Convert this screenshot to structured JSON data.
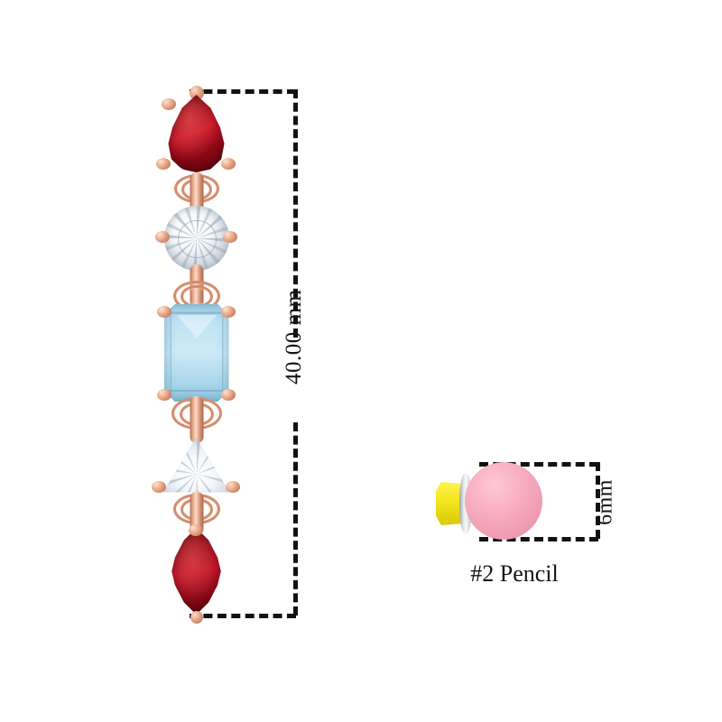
{
  "product": {
    "type": "gemstone-drop-earring",
    "metal": "rose-gold",
    "total_length_label": "40.00 mm",
    "gems": [
      {
        "name": "pear-garnet",
        "cut": "pear",
        "color": "#a50d1c"
      },
      {
        "name": "round-diamond",
        "cut": "round",
        "color": "#f6f8fa"
      },
      {
        "name": "emerald-aquamarine",
        "cut": "emerald",
        "color": "#bfe2f2"
      },
      {
        "name": "trillion-diamond",
        "cut": "trillion",
        "color": "#f4f7fa"
      },
      {
        "name": "marquise-garnet",
        "cut": "marquise",
        "color": "#9c0c1b"
      }
    ]
  },
  "dimensions": {
    "earring": {
      "label": "40.00 mm"
    },
    "pencil": {
      "label": "6mm"
    }
  },
  "scale_reference": {
    "caption": "#2 Pencil",
    "eraser_color": "#f7acbe",
    "body_color": "#f3e520",
    "ferrule_color": "#e7eaec"
  },
  "colors": {
    "background": "#ffffff",
    "annotation": "#121212",
    "rose_gold": "#e3a281"
  }
}
